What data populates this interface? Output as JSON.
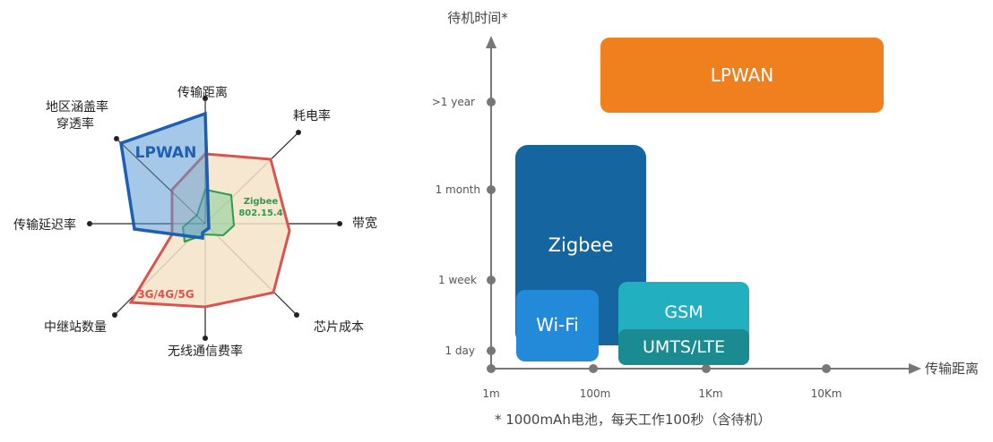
{
  "radar": {
    "axes": [
      "传输距离",
      "耗电率",
      "带宽",
      "芯片成本",
      "无线通信费率",
      "中继站数量",
      "传输延迟率",
      "地区涵盖率\n穿透率"
    ],
    "series": [
      {
        "name": "LPWAN",
        "color": "#1f5fb0",
        "fill": "#5b9bd5"
      },
      {
        "name": "3G/4G/5G",
        "color": "#d9534f",
        "fill": "#f3e3c8"
      },
      {
        "name": "Zigbee\n802.15.4",
        "color": "#2e9a4e",
        "fill": "#8fd19e"
      }
    ]
  },
  "lifetime": {
    "y_title": "待机时间*",
    "x_title": "传输距离",
    "y_ticks": [
      "1 day",
      "1 week",
      "1 month",
      ">1 year"
    ],
    "x_ticks": [
      "1m",
      "100m",
      "1Km",
      "10Km"
    ],
    "blocks": [
      {
        "label": "LPWAN",
        "color": "#f07f1e"
      },
      {
        "label": "Zigbee",
        "color": "#1565a0"
      },
      {
        "label": "Wi-Fi",
        "color": "#2389d9"
      },
      {
        "label": "GSM",
        "color": "#22b0c0"
      },
      {
        "label": "UMTS/LTE",
        "color": "#1a8b91"
      }
    ],
    "note": "* 1000mAh电池，每天工作100秒（含待机）"
  }
}
